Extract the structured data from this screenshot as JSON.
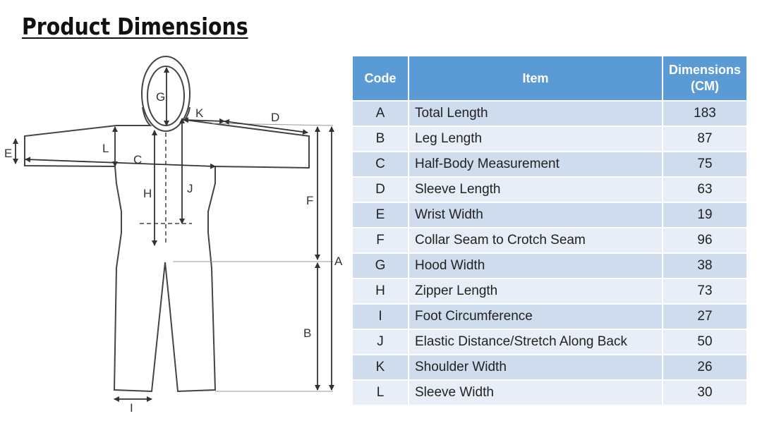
{
  "page": {
    "title": "Product Dimensions"
  },
  "diagram": {
    "labels": {
      "a": "A",
      "b": "B",
      "c": "C",
      "d": "D",
      "e": "E",
      "f": "F",
      "g": "G",
      "h": "H",
      "i": "I",
      "j": "J",
      "k": "K",
      "l": "L"
    }
  },
  "table": {
    "headers": {
      "code": "Code",
      "item": "Item",
      "dimensions_line1": "Dimensions",
      "dimensions_line2": "(CM)"
    },
    "rows": [
      {
        "code": "A",
        "item": "Total Length",
        "dimensions": "183"
      },
      {
        "code": "B",
        "item": "Leg Length",
        "dimensions": "87"
      },
      {
        "code": "C",
        "item": "Half-Body Measurement",
        "dimensions": "75"
      },
      {
        "code": "D",
        "item": "Sleeve Length",
        "dimensions": "63"
      },
      {
        "code": "E",
        "item": "Wrist Width",
        "dimensions": "19"
      },
      {
        "code": "F",
        "item": "Collar Seam to Crotch Seam",
        "dimensions": "96"
      },
      {
        "code": "G",
        "item": "Hood Width",
        "dimensions": "38"
      },
      {
        "code": "H",
        "item": "Zipper Length",
        "dimensions": "73"
      },
      {
        "code": "I",
        "item": "Foot Circumference",
        "dimensions": "27"
      },
      {
        "code": "J",
        "item": "Elastic Distance/Stretch Along Back",
        "dimensions": "50"
      },
      {
        "code": "K",
        "item": "Shoulder Width",
        "dimensions": "26"
      },
      {
        "code": "L",
        "item": "Sleeve Width",
        "dimensions": "30"
      }
    ]
  },
  "colors": {
    "header_blue": "#5b9bd5",
    "row_dark": "#cfdcee",
    "row_light": "#e8eef7"
  }
}
